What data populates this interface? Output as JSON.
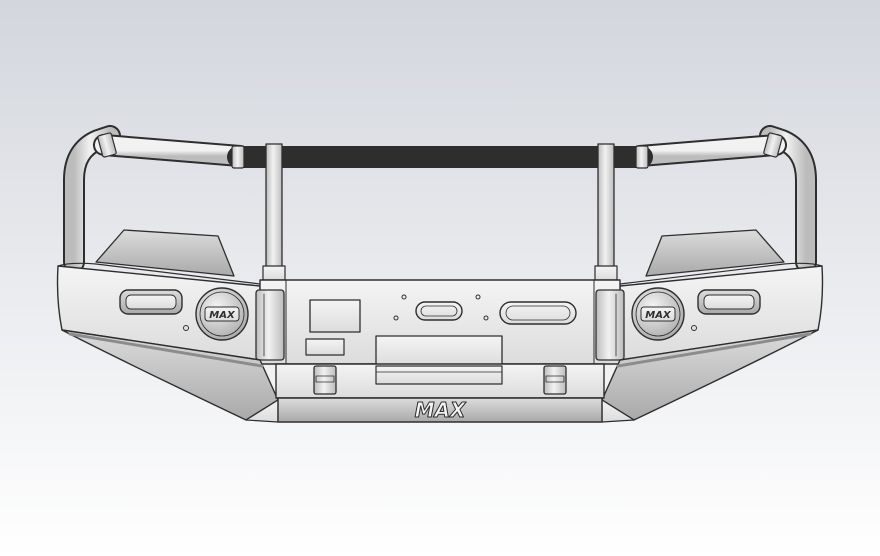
{
  "render": {
    "subject": "front-bull-bar-bumper-cad-render",
    "logo_text": "MAX",
    "colors": {
      "background_top": "#d3d6dd",
      "background_bottom": "#ffffff",
      "metal_light": "#f4f4f4",
      "metal_mid": "#dcdcdc",
      "metal_dark": "#a9a9a9",
      "metal_shadow": "#8c8c8c",
      "outline": "#2e2e2e",
      "tube_light": "#f2f2f2",
      "tube_dark": "#bcbcbc"
    },
    "icons": [
      "max-logo-emblem-left",
      "max-logo-emblem-right",
      "max-logo-skid-plate"
    ]
  }
}
